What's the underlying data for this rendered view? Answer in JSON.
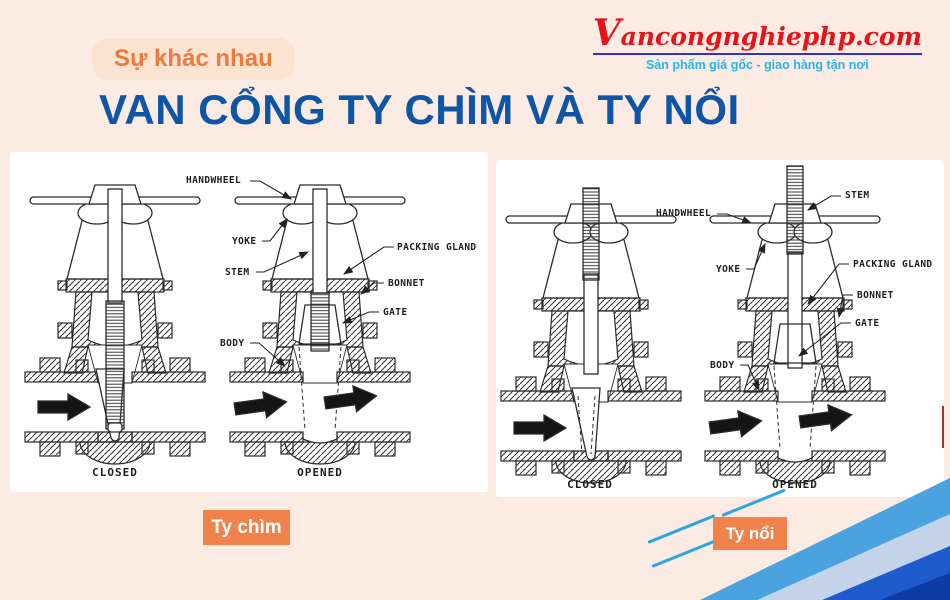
{
  "colors": {
    "background": "#fcebe2",
    "accent_orange": "#ee7a3d",
    "title_blue": "#0d55a7",
    "logo_red": "#e7131b",
    "logo_tagline_cyan": "#27b5e9",
    "caption_orange": "#f0834c",
    "decor_sky": "#4aa2de",
    "decor_pale": "#c4d3ea",
    "decor_royal": "#1e5ccd",
    "decor_navy": "#0d3da4"
  },
  "header": {
    "badge": "Sự khác nhau",
    "title": "VAN CỔNG TY CHÌM VÀ TY NỔI"
  },
  "logo": {
    "brand_initial": "V",
    "brand_rest": "ancongnghiephp.com",
    "tagline": "Sản phẩm giá gốc - giao hàng tận nơi"
  },
  "groups": {
    "left": {
      "caption": "Ty chìm",
      "state_closed": "CLOSED",
      "state_opened": "OPENED",
      "labels": {
        "handwheel": "HANDWHEEL",
        "yoke": "YOKE",
        "stem": "STEM",
        "packing_gland": "PACKING GLAND",
        "bonnet": "BONNET",
        "gate": "GATE",
        "body": "BODY"
      }
    },
    "right": {
      "caption": "Ty nổi",
      "state_closed": "CLOSED",
      "state_opened": "OPENED",
      "labels": {
        "handwheel": "HANDWHEEL",
        "yoke": "YOKE",
        "stem": "STEM",
        "packing_gland": "PACKING GLAND",
        "bonnet": "BONNET",
        "gate": "GATE",
        "body": "BODY"
      }
    }
  }
}
